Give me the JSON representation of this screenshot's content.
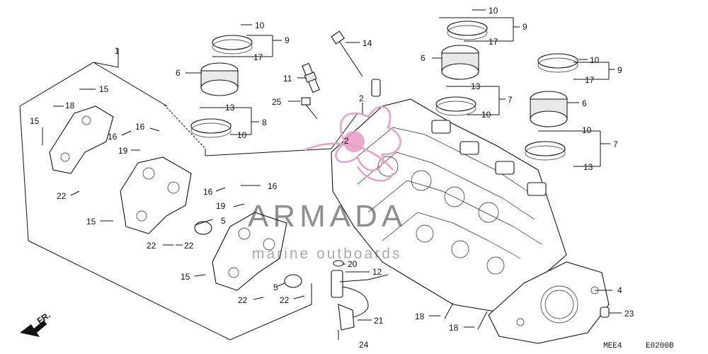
{
  "callouts": {
    "c1": "1",
    "c2a": "2",
    "c2b": "2",
    "c4": "4",
    "c5a": "5",
    "c5b": "5",
    "c6a": "6",
    "c6b": "6",
    "c6c": "6",
    "c7a": "7",
    "c7b": "7",
    "c8": "8",
    "c9a": "9",
    "c9b": "9",
    "c9c": "9",
    "c10a": "10",
    "c10b": "10",
    "c10c": "10",
    "c10d": "10",
    "c10e": "10",
    "c10f": "10",
    "c11": "11",
    "c12": "12",
    "c13a": "13",
    "c13b": "13",
    "c13c": "13",
    "c14": "14",
    "c15a": "15",
    "c15b": "15",
    "c15c": "15",
    "c15d": "15",
    "c16a": "16",
    "c16b": "16",
    "c16c": "16",
    "c16d": "16",
    "c17a": "17",
    "c17b": "17",
    "c17c": "17",
    "c18a": "18",
    "c18b": "18",
    "c18c": "18",
    "c19a": "19",
    "c19b": "19",
    "c20": "20",
    "c21": "21",
    "c22a": "22",
    "c22b": "22",
    "c22c": "22",
    "c22d": "22",
    "c22e": "22",
    "c23": "23",
    "c24": "24",
    "c25": "25"
  },
  "direction_marker": "FR.",
  "watermark": {
    "brand": "ARMADA",
    "tagline": "marine outboards",
    "color": "#e8a0c8"
  },
  "footer": {
    "model_code": "MEE4",
    "diagram_code": "E0200B"
  },
  "colors": {
    "ink": "#111111",
    "watermark_pink": "#e8a0c8"
  }
}
